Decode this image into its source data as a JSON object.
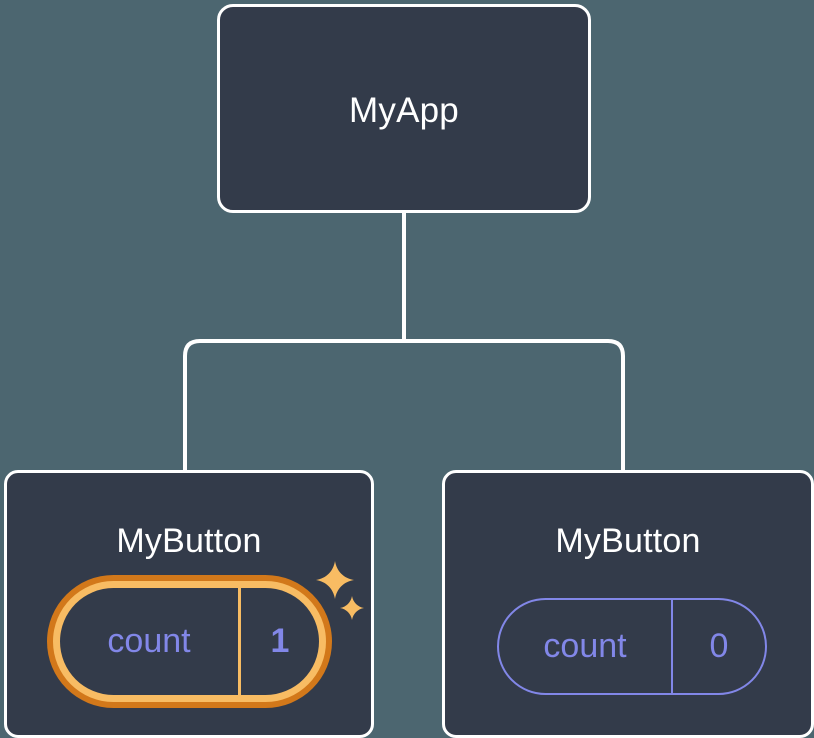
{
  "diagram": {
    "type": "component-tree",
    "background_color": "#4C6670",
    "node_fill_color": "#333B4A",
    "node_border_color": "#FFFFFF",
    "connector_color": "#FFFFFF",
    "state_text_color": "#8287E8",
    "highlight_outer_ring_color": "#D2781A",
    "highlight_inner_ring_color": "#F8BC63",
    "sparkle_color": "#F8BC63"
  },
  "root": {
    "title": "MyApp"
  },
  "children": [
    {
      "title": "MyButton",
      "state": {
        "key": "count",
        "value": "1"
      },
      "highlighted": true,
      "sparkles": [
        "sparkle-large",
        "sparkle-small"
      ]
    },
    {
      "title": "MyButton",
      "state": {
        "key": "count",
        "value": "0"
      },
      "highlighted": false
    }
  ]
}
